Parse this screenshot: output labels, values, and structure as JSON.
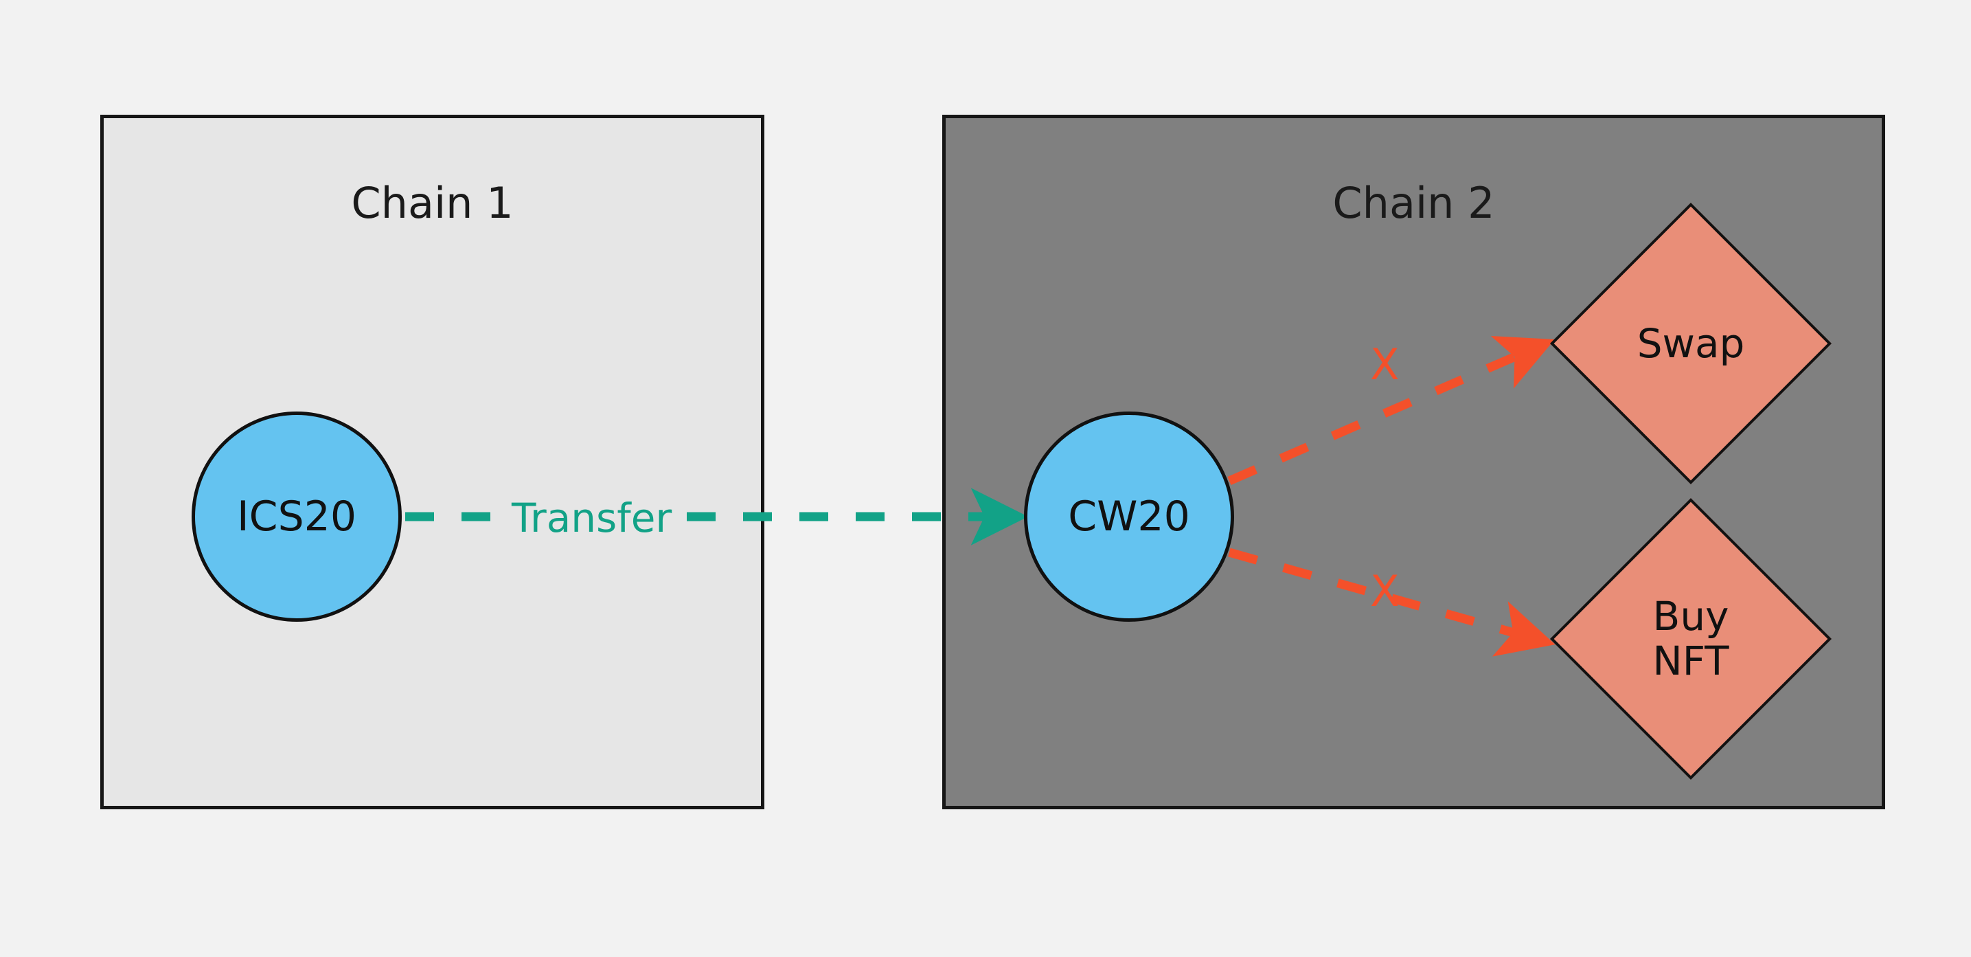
{
  "diagram": {
    "title": "IBC cross-chain token transfer and contract interaction",
    "type": "flow-diagram",
    "background_color": "#f2f2f2",
    "containers": [
      {
        "id": "chain1",
        "label": "Chain 1",
        "fill": "#e6e6e6",
        "border_color": "#161616"
      },
      {
        "id": "chain2",
        "label": "Chain 2",
        "fill": "#808080",
        "border_color": "#161616"
      }
    ],
    "nodes": [
      {
        "id": "ics20",
        "label": "ICS20",
        "shape": "circle",
        "fill": "#64c3f0",
        "border_color": "#111111",
        "container": "chain1"
      },
      {
        "id": "cw20",
        "label": "CW20",
        "shape": "circle",
        "fill": "#64c3f0",
        "border_color": "#111111",
        "container": "chain2"
      },
      {
        "id": "swap",
        "label": "Swap",
        "label_lines": [
          "Swap"
        ],
        "shape": "diamond",
        "fill": "#e98e78",
        "border_color": "#111111",
        "container": "chain2"
      },
      {
        "id": "buy_nft",
        "label": "Buy NFT",
        "label_lines": [
          "Buy",
          "NFT"
        ],
        "shape": "diamond",
        "fill": "#e98e78",
        "border_color": "#111111",
        "container": "chain2"
      }
    ],
    "edges": [
      {
        "id": "transfer",
        "from": "ics20",
        "to": "cw20",
        "label": "Transfer",
        "style": "dashed",
        "color": "#12a287",
        "arrow": true
      },
      {
        "id": "cw20-to-swap",
        "from": "cw20",
        "to": "swap",
        "label": "X",
        "style": "dashed",
        "color": "#f4502a",
        "arrow": true
      },
      {
        "id": "cw20-to-buy-nft",
        "from": "cw20",
        "to": "buy_nft",
        "label": "X",
        "style": "dashed",
        "color": "#f4502a",
        "arrow": true
      }
    ]
  }
}
